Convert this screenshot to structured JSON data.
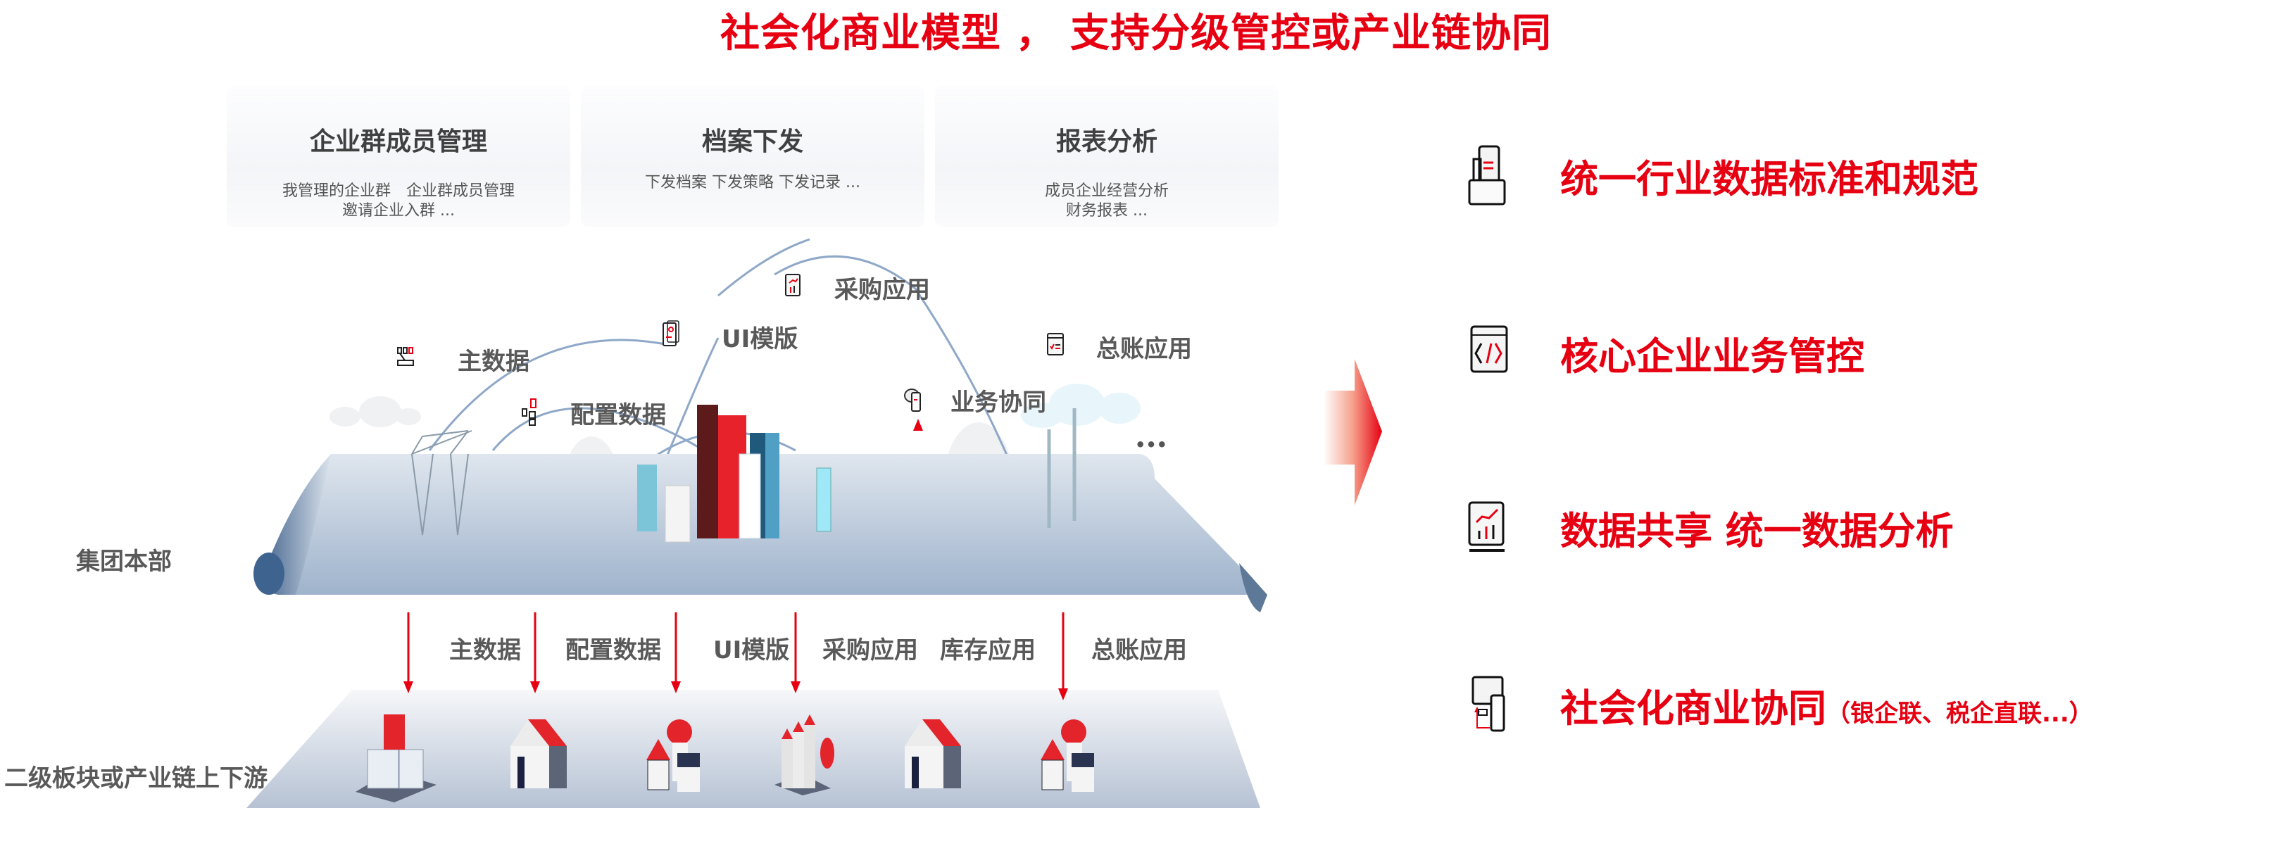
{
  "title": "社会化商业模型 ， 支持分级管控或产业链协同",
  "panels": [
    {
      "heading": "企业群成员管理",
      "line1": "我管理的企业群　企业群成员管理",
      "line2": "邀请企业入群 ..."
    },
    {
      "heading": "档案下发",
      "line1": "下发档案  下发策略  下发记录 ...",
      "line2": ""
    },
    {
      "heading": "报表分析",
      "line1": "成员企业经营分析",
      "line2": "财务报表 ..."
    }
  ],
  "hq": {
    "label": "集团本部",
    "nodes": [
      {
        "label": "主数据",
        "icon": "master-data-icon"
      },
      {
        "label": "配置数据",
        "icon": "config-data-icon"
      },
      {
        "label": "UI模版",
        "icon": "ui-template-icon"
      },
      {
        "label": "采购应用",
        "icon": "procurement-app-icon"
      },
      {
        "label": "业务协同",
        "icon": "business-collab-icon"
      },
      {
        "label": "总账应用",
        "icon": "ledger-app-icon"
      }
    ],
    "more": "•••"
  },
  "distribution": {
    "labels": [
      "主数据",
      "配置数据",
      "UI模版",
      "采购应用",
      "库存应用",
      "总账应用"
    ]
  },
  "subsidiary": {
    "label": "二级板块或产业链上下游"
  },
  "benefits": [
    {
      "text": "统一行业数据标准和规范",
      "sub": "",
      "icon": "data-standard-icon"
    },
    {
      "text": "核心企业业务管控",
      "sub": "",
      "icon": "code-window-icon"
    },
    {
      "text": "数据共享 统一数据分析",
      "sub": "",
      "icon": "analytics-chart-icon"
    },
    {
      "text": "社会化商业协同",
      "sub": "（银企联、税企直联...）",
      "icon": "multi-device-icon"
    }
  ],
  "colors": {
    "accent": "#e60012",
    "label": "#595959",
    "platform": "#a9bad0"
  }
}
